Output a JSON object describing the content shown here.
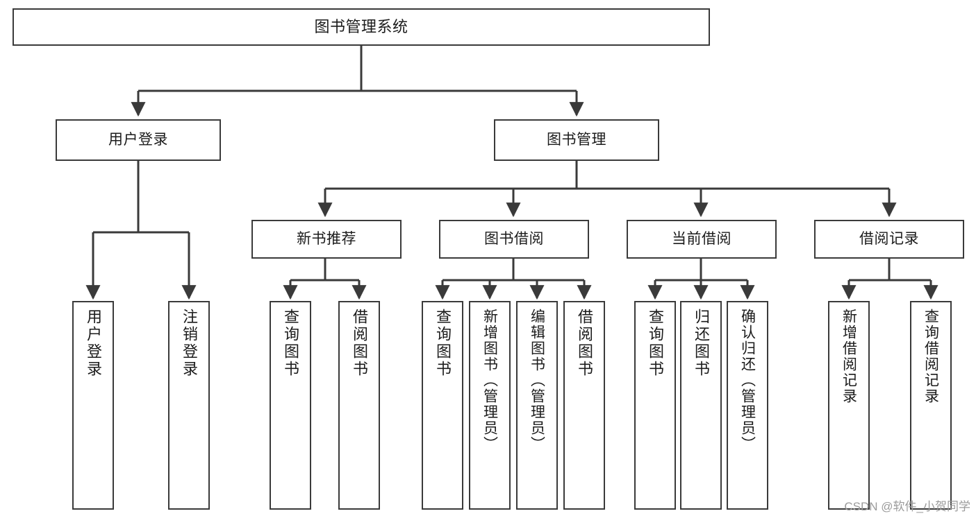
{
  "diagram": {
    "type": "tree-hierarchy-chart",
    "title": "图书管理系统",
    "watermark": "CSDN @软件_小贺同学",
    "colors": {
      "stroke": "#3a3a3a",
      "fill": "#ffffff",
      "text": "#1b1b1b",
      "watermark": "#9b9b9b"
    },
    "nodes": {
      "root": {
        "label": "图书管理系统"
      },
      "level1": [
        {
          "label": "用户登录"
        },
        {
          "label": "图书管理"
        }
      ],
      "level2": [
        {
          "label": "新书推荐"
        },
        {
          "label": "图书借阅"
        },
        {
          "label": "当前借阅"
        },
        {
          "label": "借阅记录"
        }
      ],
      "leaves_user_login": [
        {
          "label": "用户登录"
        },
        {
          "label": "注销登录"
        }
      ],
      "leaves_new_book": [
        {
          "label": "查询图书"
        },
        {
          "label": "借阅图书"
        }
      ],
      "leaves_borrow": [
        {
          "label": "查询图书"
        },
        {
          "label": "新增图书（管理员）"
        },
        {
          "label": "编辑图书（管理员）"
        },
        {
          "label": "借阅图书"
        }
      ],
      "leaves_current": [
        {
          "label": "查询图书"
        },
        {
          "label": "归还图书"
        },
        {
          "label": "确认归还（管理员）"
        }
      ],
      "leaves_records": [
        {
          "label": "新增借阅记录"
        },
        {
          "label": "查询借阅记录"
        }
      ]
    }
  }
}
